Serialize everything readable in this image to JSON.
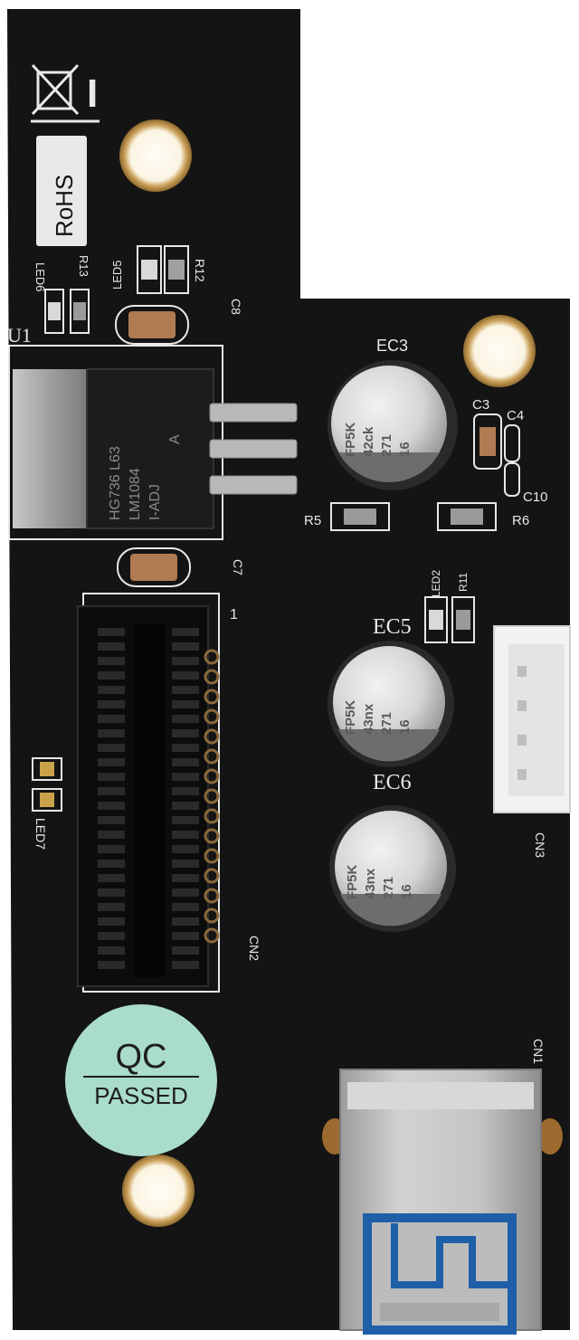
{
  "board": {
    "color": "#141414",
    "silkscreen_color": "#e8e8e8",
    "labels": {
      "u1": "U1",
      "ec3": "EC3",
      "ec5": "EC5",
      "ec6": "EC6",
      "c3": "C3",
      "c4": "C4",
      "c10": "C10",
      "c7": "C7",
      "r5": "R5",
      "r6": "R6",
      "r11": "R11",
      "r12": "R12",
      "r13": "R13",
      "led2": "LED2",
      "led5": "LED5",
      "led6": "LED6",
      "led7": "LED7",
      "c8": "C8",
      "cn1": "CN1",
      "cn2": "CN2",
      "cn3": "CN3",
      "pin1": "1",
      "rohs": "RoHS",
      "weee_bar": "I"
    },
    "regulator": {
      "line1": "HG736 L63",
      "line2": "LM1084",
      "line3": "I-ADJ",
      "line4": "A"
    },
    "capacitors": [
      {
        "id": "ec3",
        "line1": "FP5K",
        "line2": "42ck",
        "line3": "271",
        "line4": "16"
      },
      {
        "id": "ec5",
        "line1": "FP5K",
        "line2": "43nx",
        "line3": "271",
        "line4": "16"
      },
      {
        "id": "ec6",
        "line1": "FP5K",
        "line2": "43nx",
        "line3": "271",
        "line4": "16"
      }
    ],
    "qc_sticker": {
      "line1": "QC",
      "line2": "PASSED",
      "color": "#a9dccb"
    },
    "usb_port": {
      "tongue_color": "#1f5fa8",
      "shell_color": "#bdbdbd"
    }
  }
}
